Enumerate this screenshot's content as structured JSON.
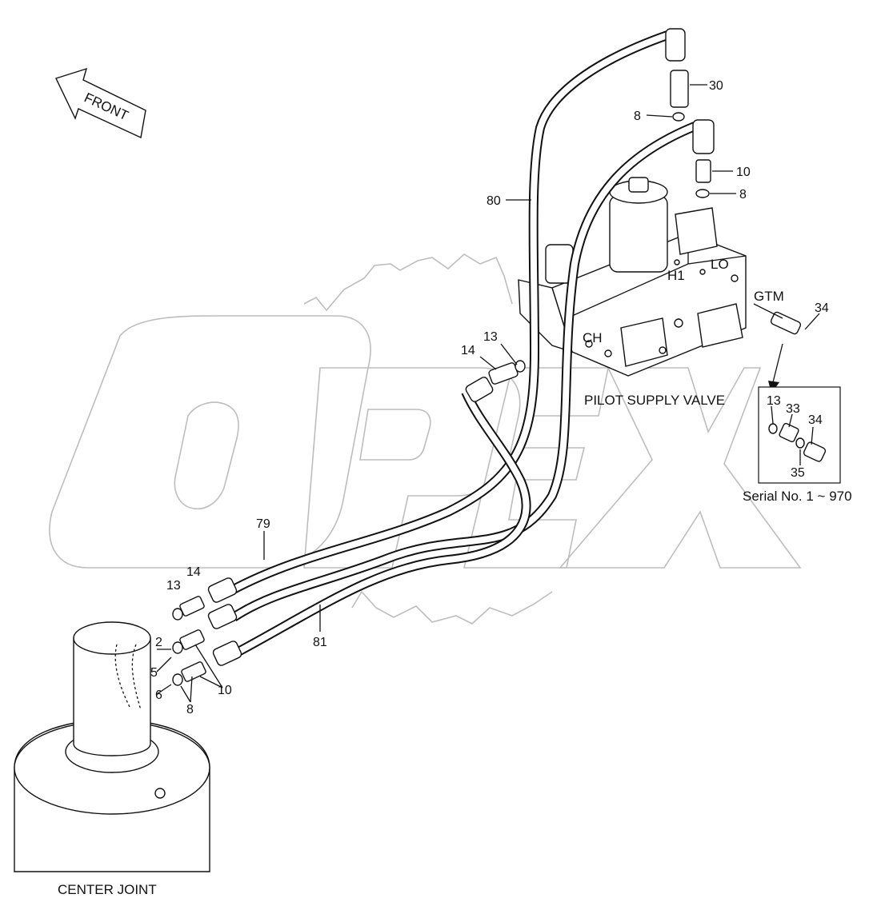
{
  "watermark": "OPEX",
  "arrow_label": "FRONT",
  "captions": {
    "pilot_supply_valve": "PILOT SUPPLY VALVE",
    "center_joint": "CENTER JOINT",
    "serial": "Serial No. 1 ~ 970"
  },
  "ports": {
    "h1": "H1",
    "lo": "LO",
    "gtm": "GTM",
    "ch": "CH"
  },
  "callouts": {
    "c30": "30",
    "c8a": "8",
    "c10a": "10",
    "c8b": "8",
    "c80": "80",
    "c34": "34",
    "c13a": "13",
    "c14a": "14",
    "c79": "79",
    "c14b": "14",
    "c13b": "13",
    "c2": "2",
    "c5": "5",
    "c6": "6",
    "c8c": "8",
    "c10b": "10",
    "c81": "81",
    "d13": "13",
    "d33": "33",
    "d34": "34",
    "d35": "35"
  }
}
